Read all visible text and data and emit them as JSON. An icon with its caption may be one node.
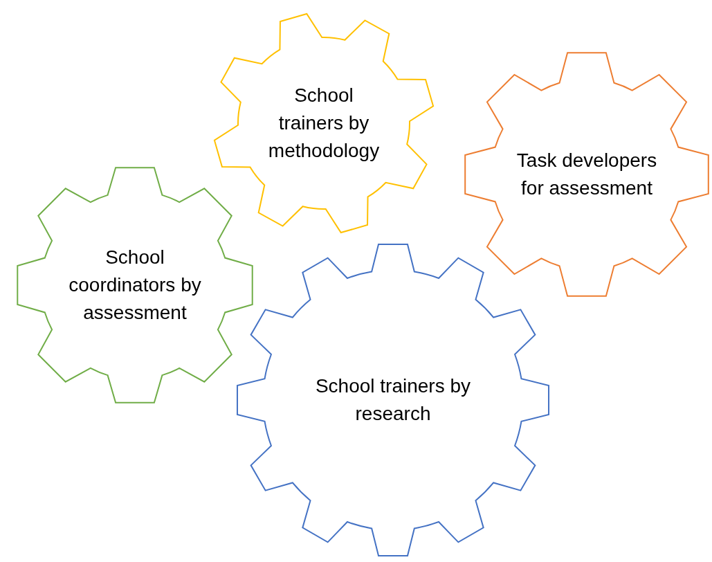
{
  "diagram": {
    "nodes": [
      {
        "text": [
          "School trainers by methodology"
        ]
      },
      {
        "text": [
          "Task developers for assessment"
        ]
      },
      {
        "text": [
          "School coordinators by assessment"
        ]
      },
      {
        "text": [
          "School trainers by research"
        ]
      }
    ]
  }
}
